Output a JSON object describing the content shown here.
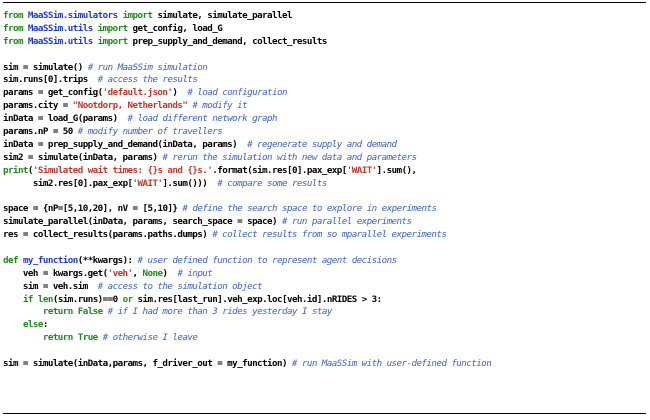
{
  "lines": [
    [
      {
        "t": "from",
        "c": "kw"
      },
      {
        "t": " "
      },
      {
        "t": "MaaSSim.simulators",
        "c": "nm"
      },
      {
        "t": " "
      },
      {
        "t": "import",
        "c": "kw"
      },
      {
        "t": " simulate, simulate_parallel"
      }
    ],
    [
      {
        "t": "from",
        "c": "kw"
      },
      {
        "t": " "
      },
      {
        "t": "MaaSSim.utils",
        "c": "nm"
      },
      {
        "t": " "
      },
      {
        "t": "import",
        "c": "kw"
      },
      {
        "t": " get_config, load_G"
      }
    ],
    [
      {
        "t": "from",
        "c": "kw"
      },
      {
        "t": " "
      },
      {
        "t": "MaaSSim.utils",
        "c": "nm"
      },
      {
        "t": " "
      },
      {
        "t": "import",
        "c": "kw"
      },
      {
        "t": " prep_supply_and_demand, collect_results"
      }
    ],
    [],
    [
      {
        "t": "sim = simulate() "
      },
      {
        "t": "# run MaaSSim simulation",
        "c": "com"
      }
    ],
    [
      {
        "t": "sim.runs["
      },
      {
        "t": "0",
        "c": "num"
      },
      {
        "t": "].trips  "
      },
      {
        "t": "# access the results",
        "c": "com"
      }
    ],
    [
      {
        "t": "params = get_config("
      },
      {
        "t": "'default.json'",
        "c": "str"
      },
      {
        "t": ")  "
      },
      {
        "t": "# load configuration",
        "c": "com"
      }
    ],
    [
      {
        "t": "params.city = "
      },
      {
        "t": "\"Nootdorp, Netherlands\"",
        "c": "str"
      },
      {
        "t": " "
      },
      {
        "t": "# modify it",
        "c": "com"
      }
    ],
    [
      {
        "t": "inData = load_G(params)  "
      },
      {
        "t": "# load different network graph",
        "c": "com"
      }
    ],
    [
      {
        "t": "params.nP = "
      },
      {
        "t": "50",
        "c": "num"
      },
      {
        "t": " "
      },
      {
        "t": "# modify number of travellers",
        "c": "com"
      }
    ],
    [
      {
        "t": "inData = prep_supply_and_demand(inData, params)  "
      },
      {
        "t": "# regenerate supply and demand",
        "c": "com"
      }
    ],
    [
      {
        "t": "sim2 = simulate(inData, params) "
      },
      {
        "t": "# rerun the simulation with new data and parameters",
        "c": "com"
      }
    ],
    [
      {
        "t": "print",
        "c": "kw"
      },
      {
        "t": "("
      },
      {
        "t": "'Simulated wait times: {}s and {}s.'",
        "c": "str"
      },
      {
        "t": ".format(sim.res["
      },
      {
        "t": "0",
        "c": "num"
      },
      {
        "t": "].pax_exp["
      },
      {
        "t": "'WAIT'",
        "c": "str"
      },
      {
        "t": "].sum(),"
      }
    ],
    [
      {
        "t": "      sim2.res["
      },
      {
        "t": "0",
        "c": "num"
      },
      {
        "t": "].pax_exp["
      },
      {
        "t": "'WAIT'",
        "c": "str"
      },
      {
        "t": "].sum()))  "
      },
      {
        "t": "# compare some results",
        "c": "com"
      }
    ],
    [],
    [
      {
        "t": "space = {nP=["
      },
      {
        "t": "5",
        "c": "num"
      },
      {
        "t": ","
      },
      {
        "t": "10",
        "c": "num"
      },
      {
        "t": ","
      },
      {
        "t": "20",
        "c": "num"
      },
      {
        "t": "], nV = ["
      },
      {
        "t": "5",
        "c": "num"
      },
      {
        "t": ","
      },
      {
        "t": "10",
        "c": "num"
      },
      {
        "t": "]} "
      },
      {
        "t": "# define the search space to explore in experiments",
        "c": "com"
      }
    ],
    [
      {
        "t": "simulate_parallel(inData, params, search_space = space) "
      },
      {
        "t": "# run parallel experiments",
        "c": "com"
      }
    ],
    [
      {
        "t": "res = collect_results(params.paths.dumps) "
      },
      {
        "t": "# collect results from so mparallel experiments",
        "c": "com"
      }
    ],
    [],
    [
      {
        "t": "def",
        "c": "kw"
      },
      {
        "t": " "
      },
      {
        "t": "my_function",
        "c": "nm"
      },
      {
        "t": "(**kwargs): "
      },
      {
        "t": "# user defined function to represent agent decisions",
        "c": "com"
      }
    ],
    [
      {
        "t": "    veh = kwargs.get("
      },
      {
        "t": "'veh'",
        "c": "str"
      },
      {
        "t": ", "
      },
      {
        "t": "None",
        "c": "kw"
      },
      {
        "t": ")  "
      },
      {
        "t": "# input",
        "c": "com"
      }
    ],
    [
      {
        "t": "    sim = veh.sim  "
      },
      {
        "t": "# access to the simulation object",
        "c": "com"
      }
    ],
    [
      {
        "t": "    "
      },
      {
        "t": "if",
        "c": "kw"
      },
      {
        "t": " "
      },
      {
        "t": "len",
        "c": "kw"
      },
      {
        "t": "(sim.runs)=="
      },
      {
        "t": "0",
        "c": "num"
      },
      {
        "t": " "
      },
      {
        "t": "or",
        "c": "kw"
      },
      {
        "t": " sim.res[last_run].veh_exp.loc[veh.id].nRIDES > "
      },
      {
        "t": "3",
        "c": "num"
      },
      {
        "t": ":"
      }
    ],
    [
      {
        "t": "        "
      },
      {
        "t": "return",
        "c": "kw"
      },
      {
        "t": " "
      },
      {
        "t": "False",
        "c": "kw"
      },
      {
        "t": " "
      },
      {
        "t": "# if I had more than 3 rides yesterday I stay",
        "c": "com"
      }
    ],
    [
      {
        "t": "    "
      },
      {
        "t": "else",
        "c": "kw"
      },
      {
        "t": ":"
      }
    ],
    [
      {
        "t": "        "
      },
      {
        "t": "return",
        "c": "kw"
      },
      {
        "t": " "
      },
      {
        "t": "True",
        "c": "kw"
      },
      {
        "t": " "
      },
      {
        "t": "# otherwise I leave",
        "c": "com"
      }
    ],
    [],
    [
      {
        "t": "sim = simulate(inData,params, f_driver_out = my_function) "
      },
      {
        "t": "# run MaaSSim with user-defined function",
        "c": "com"
      }
    ]
  ],
  "colors": {
    "keyword": "#1f8a1f",
    "name": "#1f3bd1",
    "string": "#c0392b",
    "comment": "#3b62c6",
    "text": "#000000"
  }
}
